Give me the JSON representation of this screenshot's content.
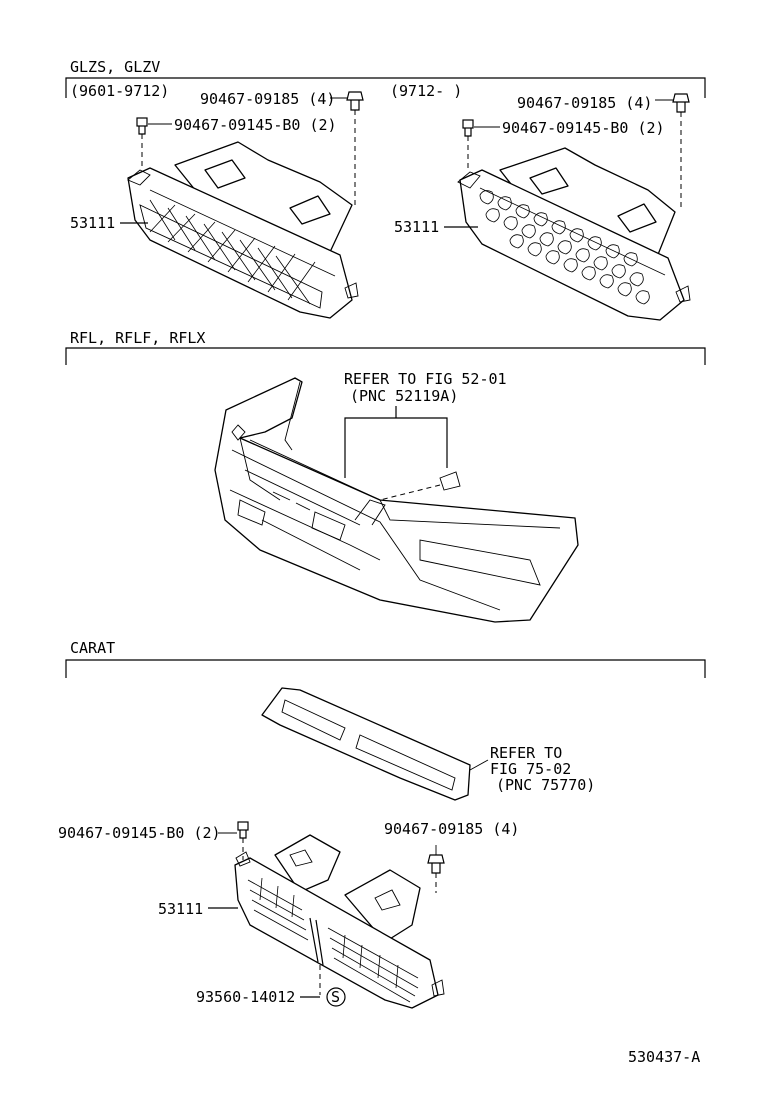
{
  "sections": {
    "glzs": {
      "header": "GLZS, GLZV"
    },
    "rfl": {
      "header": "RFL, RFLF, RFLX"
    },
    "carat": {
      "header": "CARAT"
    }
  },
  "left_grille": {
    "period": "(9601-9712)",
    "bolt_label": "90467-09145-B0 (2)",
    "clip_label": "90467-09185 (4)",
    "part_label": "53111"
  },
  "right_grille": {
    "period": "(9712-       )",
    "bolt_label": "90467-09145-B0 (2)",
    "clip_label": "90467-09185 (4)",
    "part_label": "53111"
  },
  "bumper": {
    "refer_line1": "REFER TO FIG 52-01",
    "refer_line2": "(PNC 52119A)"
  },
  "carat": {
    "refer_line1": "REFER TO",
    "refer_line2": "FIG 75-02",
    "refer_line3": "(PNC 75770)",
    "bolt_label": "90467-09145-B0 (2)",
    "clip_label": "90467-09185 (4)",
    "part_label": "53111",
    "screw_label": "93560-14012",
    "screw_badge": "S"
  },
  "figure_code": "530437-A"
}
